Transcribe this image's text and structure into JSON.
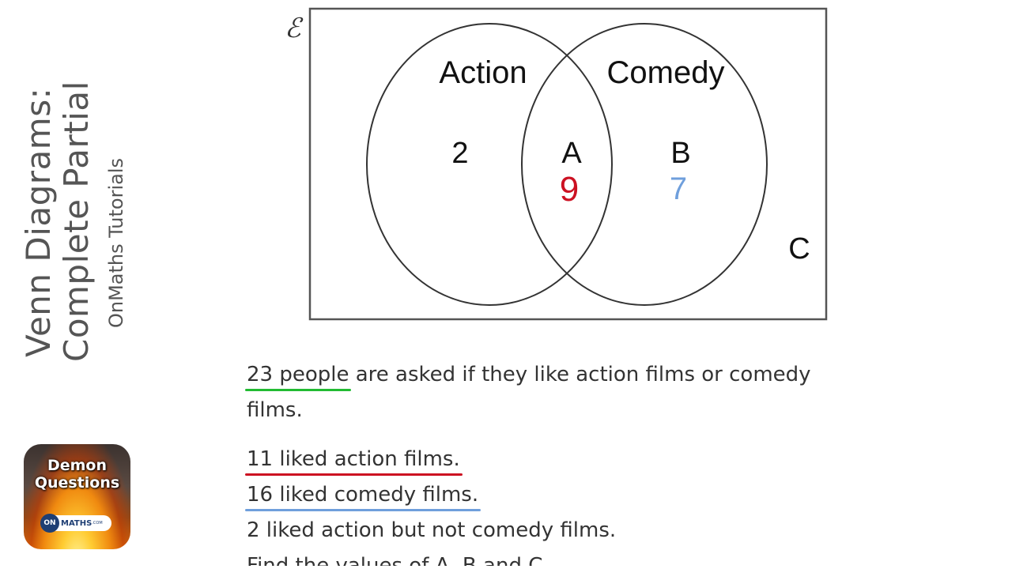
{
  "side": {
    "title_line1": "Venn Diagrams:",
    "title_line2": "Complete Partial",
    "subtitle": "OnMaths Tutorials"
  },
  "badge": {
    "line1": "Demon",
    "line2": "Questions",
    "logo_on": "ON",
    "logo_maths": "MATHS",
    "logo_com": ".COM"
  },
  "venn": {
    "universal_symbol": "ℰ",
    "set_left_label": "Action",
    "set_right_label": "Comedy",
    "left_only_value": "2",
    "intersection_label": "A",
    "intersection_handwritten": "9",
    "right_only_label": "B",
    "right_only_handwritten": "7",
    "outside_label": "C",
    "colors": {
      "frame": "#555555",
      "handwritten_red": "#cc1122",
      "handwritten_blue": "#6f9fdc"
    }
  },
  "question": {
    "p1_underlined": "23 people",
    "p1_rest": " are asked if they like action films or comedy films.",
    "l1": "11 liked action films.",
    "l2": "16 liked comedy films.",
    "l3": "2 liked action but not comedy films.",
    "l4": "Find the values of A, B and C."
  }
}
